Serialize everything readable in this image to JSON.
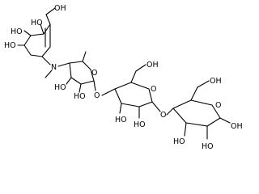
{
  "structure": {
    "labels": {
      "ring1_ch2oh": "OH",
      "ring1_oh_a": "HO",
      "ring1_oh_b": "HO",
      "ring1_oh_c": "HO",
      "amine_n": "N",
      "ring2_oh_a": "HO",
      "ring2_oh_b": "HO",
      "ring2_o_ring": "O",
      "ring2_o_link": "O",
      "ring3_ch2oh": "OH",
      "ring3_o_ring": "O",
      "ring3_oh_a": "HO",
      "ring3_oh_b": "HO",
      "ring3_o_link": "O",
      "ring4_ch2oh": "OH",
      "ring4_o_ring": "O",
      "ring4_oh_anomeric": "OH",
      "ring4_oh_a": "HO",
      "ring4_oh_b": "HO"
    }
  }
}
